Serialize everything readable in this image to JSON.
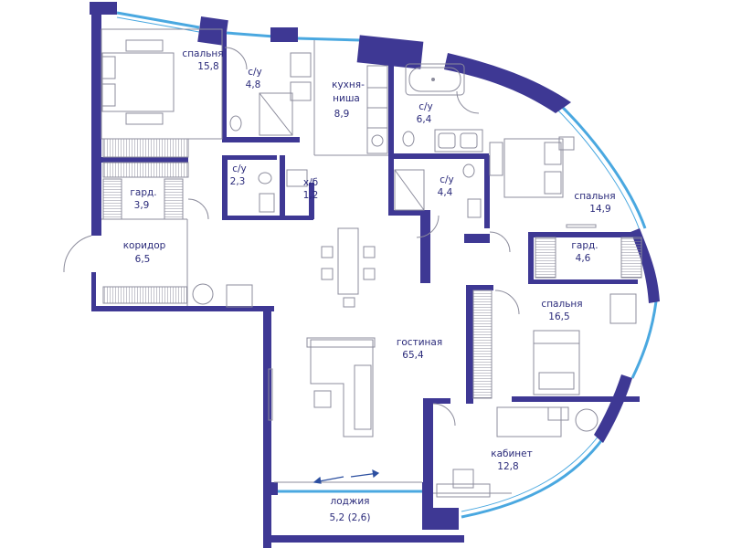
{
  "colors": {
    "wall": "#3e3894",
    "glass": "#4aa8e0",
    "line": "#8c8c9c",
    "text": "#2a2a7a",
    "arrow": "#2c4fa0"
  },
  "rooms": {
    "bedroom1": {
      "name": "спальня",
      "area": "15,8"
    },
    "bath1": {
      "name": "с/у",
      "area": "4,8"
    },
    "kitchen": {
      "name_line1": "кухня-",
      "name_line2": "ниша",
      "area": "8,9"
    },
    "bath2": {
      "name": "с/у",
      "area": "6,4"
    },
    "bath3": {
      "name": "с/у",
      "area": "2,3"
    },
    "storage": {
      "name": "х/б",
      "area": "1,2"
    },
    "bath4": {
      "name": "с/у",
      "area": "4,4"
    },
    "wardrobe1": {
      "name": "гард.",
      "area": "3,9"
    },
    "bedroom2": {
      "name": "спальня",
      "area": "14,9"
    },
    "corridor": {
      "name": "коридор",
      "area": "6,5"
    },
    "wardrobe2": {
      "name": "гард.",
      "area": "4,6"
    },
    "bedroom3": {
      "name": "спальня",
      "area": "16,5"
    },
    "living": {
      "name": "гостиная",
      "area": "65,4"
    },
    "study": {
      "name": "кабинет",
      "area": "12,8"
    },
    "loggia": {
      "name": "лоджия",
      "area": "5,2 (2,6)"
    }
  },
  "icons": {
    "beds": "bed-icon",
    "toilets": "toilet-icon",
    "sinks": "sink-icon",
    "bathtub": "bathtub-icon",
    "shower": "shower-icon",
    "stove": "stove-icon",
    "dining": "dining-table-icon",
    "sofa": "sofa-icon",
    "desk": "desk-icon",
    "door": "door-icon"
  }
}
